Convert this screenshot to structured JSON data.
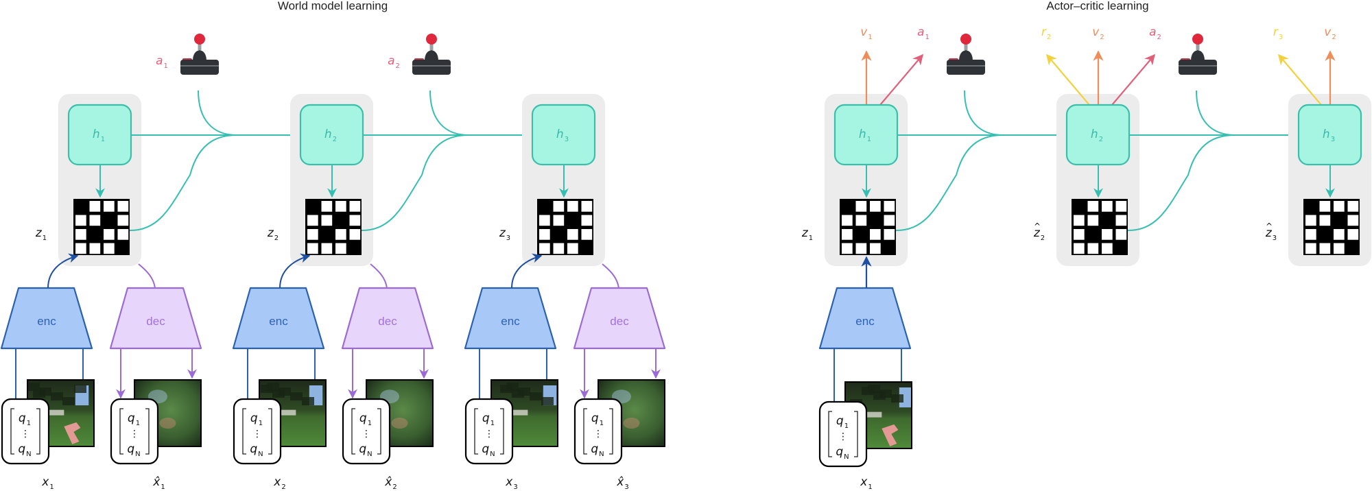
{
  "colors": {
    "panel": "#ececec",
    "h_fill": "#a5f5e2",
    "h_stroke": "#3bbfab",
    "h_text": "#3ab8a8",
    "flow": "#36bfb0",
    "enc_fill": "#a8c8f8",
    "enc_stroke": "#2a60b0",
    "enc_text": "#2d62b8",
    "enc_arrow": "#1f4fa0",
    "dec_fill": "#e8d5fc",
    "dec_stroke": "#9a6ad6",
    "dec_text": "#a173d9",
    "action": "#e0607a",
    "value": "#ef8d5a",
    "reward": "#f2d13e",
    "joystick_base": "#2f3236",
    "joystick_ball": "#e0283c"
  },
  "latent_grid": [
    [
      1,
      0,
      0,
      0
    ],
    [
      0,
      0,
      1,
      0
    ],
    [
      0,
      1,
      0,
      0
    ],
    [
      0,
      0,
      0,
      1
    ]
  ],
  "world_model": {
    "title": "World model learning",
    "steps": [
      {
        "h": "h",
        "h_sub": "1",
        "z": "z",
        "z_sub": "1",
        "z_hat": false,
        "x": "x",
        "x_sub": "1",
        "xhat": "x̂",
        "xhat_sub": "1",
        "action": "a",
        "action_sub": "1",
        "enc": "enc",
        "dec": "dec",
        "obs_top": "q",
        "obs_top_sub": "1",
        "obs_dots": "⋮",
        "obs_bottom": "q",
        "obs_bottom_sub": "N"
      },
      {
        "h": "h",
        "h_sub": "2",
        "z": "z",
        "z_sub": "2",
        "z_hat": false,
        "x": "x",
        "x_sub": "2",
        "xhat": "x̂",
        "xhat_sub": "2",
        "action": "a",
        "action_sub": "2",
        "enc": "enc",
        "dec": "dec",
        "obs_top": "q",
        "obs_top_sub": "1",
        "obs_dots": "⋮",
        "obs_bottom": "q",
        "obs_bottom_sub": "N"
      },
      {
        "h": "h",
        "h_sub": "3",
        "z": "z",
        "z_sub": "3",
        "z_hat": false,
        "x": "x",
        "x_sub": "3",
        "xhat": "x̂",
        "xhat_sub": "3",
        "action": null,
        "enc": "enc",
        "dec": "dec",
        "obs_top": "q",
        "obs_top_sub": "1",
        "obs_dots": "⋮",
        "obs_bottom": "q",
        "obs_bottom_sub": "N"
      }
    ]
  },
  "actor_critic": {
    "title": "Actor–critic learning",
    "steps": [
      {
        "h": "h",
        "h_sub": "1",
        "z": "z",
        "z_sub": "1",
        "z_hat": false,
        "enc": "enc",
        "x": "x",
        "x_sub": "1",
        "obs_top": "q",
        "obs_top_sub": "1",
        "obs_dots": "⋮",
        "obs_bottom": "q",
        "obs_bottom_sub": "N",
        "outputs": [
          {
            "kind": "value",
            "label": "v",
            "sub": "1"
          },
          {
            "kind": "action",
            "label": "a",
            "sub": "1"
          }
        ]
      },
      {
        "h": "h",
        "h_sub": "2",
        "z": "z",
        "z_sub": "2",
        "z_hat": true,
        "outputs": [
          {
            "kind": "reward",
            "label": "r",
            "sub": "2"
          },
          {
            "kind": "value",
            "label": "v",
            "sub": "2"
          },
          {
            "kind": "action",
            "label": "a",
            "sub": "2"
          }
        ]
      },
      {
        "h": "h",
        "h_sub": "3",
        "z": "z",
        "z_sub": "3",
        "z_hat": true,
        "outputs": [
          {
            "kind": "reward",
            "label": "r",
            "sub": "3"
          },
          {
            "kind": "value",
            "label": "v",
            "sub": "2"
          }
        ]
      }
    ]
  },
  "icons": {
    "joystick": "joystick-icon",
    "observation_image": "minecraft-frame-image",
    "reconstruction_image": "reconstructed-frame-image"
  }
}
